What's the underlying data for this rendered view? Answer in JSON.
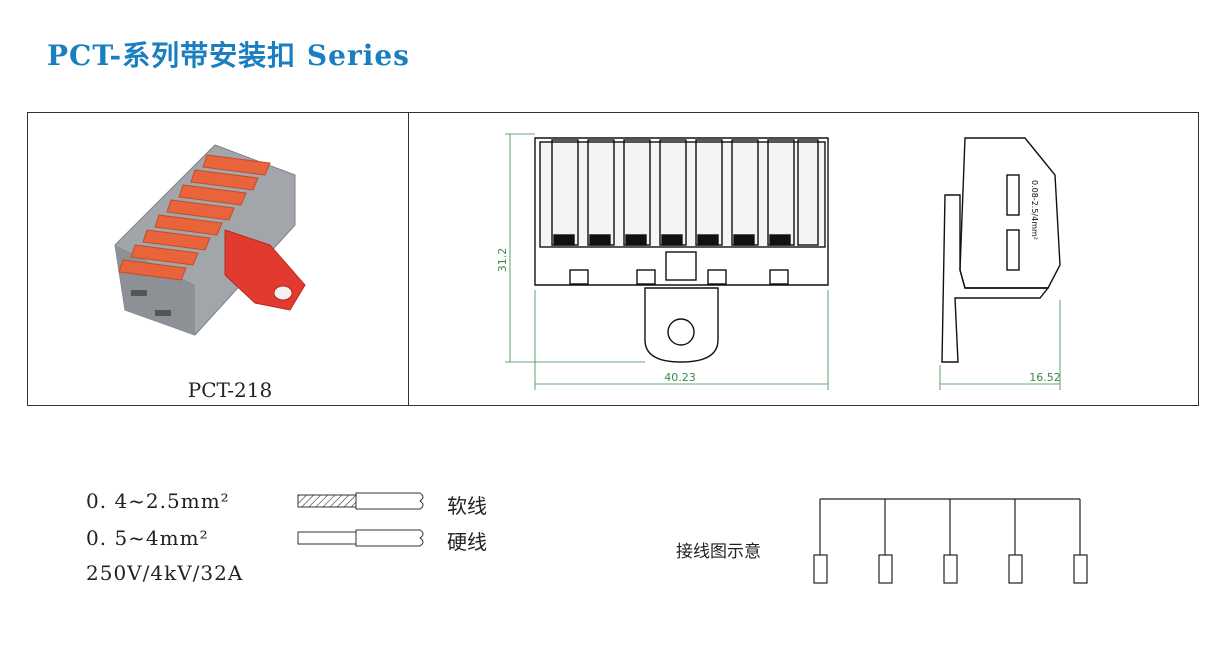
{
  "page": {
    "title": "PCT-系列带安装扣 Series"
  },
  "product": {
    "model": "PCT-218"
  },
  "drawing": {
    "dim_height": "31.2",
    "dim_width": "40.23",
    "dim_depth": "16.52",
    "side_marking": "0.08-2.5/4mm²"
  },
  "specs": {
    "soft_wire_range": "0. 4~2.5mm²",
    "hard_wire_range": "0. 5~4mm²",
    "rating": "250V/4kV/32A",
    "soft_wire_label": "软线",
    "hard_wire_label": "硬线"
  },
  "schematic": {
    "label": "接线图示意"
  },
  "colors": {
    "title": "#1a7fc1",
    "lever": "#e8643c",
    "body": "#9a9ea3",
    "clip": "#e23a2e",
    "dimension": "#3a8a4a"
  }
}
